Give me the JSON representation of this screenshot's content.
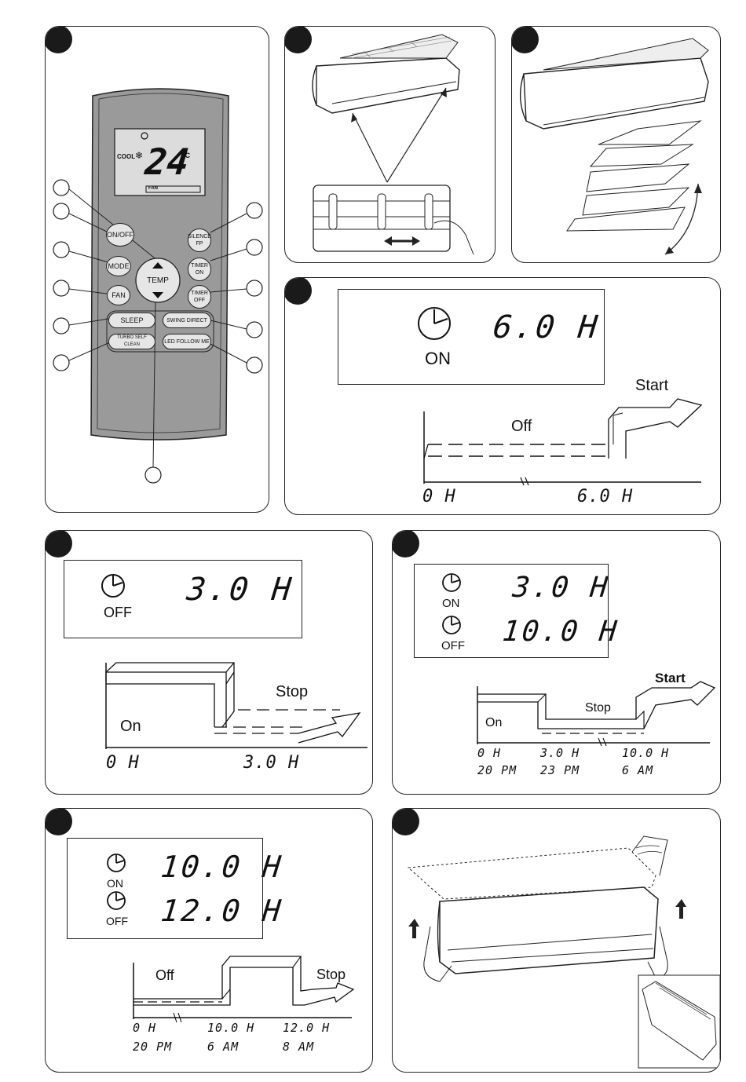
{
  "remote": {
    "temp_display": "24",
    "temp_unit": "°C",
    "mode_display": "COOL",
    "fan_indicator": "FAN",
    "buttons": {
      "on_off": "ON/OFF",
      "mode": "MODE",
      "fan": "FAN",
      "temp": "TEMP",
      "silence": "SILENCE\nFP",
      "timer_on": "TIMER\nON",
      "timer_off": "TIMER\nOFF",
      "sleep": "SLEEP",
      "swing": "SWING DIRECT",
      "turbo": "TURBO SELF CLEAN",
      "led": "LED FOLLOW ME"
    }
  },
  "timer_on_panel": {
    "lcd_value": "6.0 H",
    "lcd_label": "ON",
    "start_label": "Start",
    "off_label": "Off",
    "x_start": "0 H",
    "x_end": "6.0 H"
  },
  "timer_off_panel": {
    "lcd_value": "3.0 H",
    "lcd_label": "OFF",
    "stop_label": "Stop",
    "on_label": "On",
    "x_start": "0 H",
    "x_end": "3.0 H"
  },
  "timer_on_off_panel": {
    "on_value": "3.0 H",
    "off_value": "10.0 H",
    "on_label": "ON",
    "off_label": "OFF",
    "start_label": "Start",
    "stop_label": "Stop",
    "on_state": "On",
    "ticks": [
      {
        "h": "0 H",
        "t": "20 PM"
      },
      {
        "h": "3.0 H",
        "t": "23 PM"
      },
      {
        "h": "10.0 H",
        "t": "6 AM"
      }
    ]
  },
  "timer_off_on_panel": {
    "on_value": "10.0 H",
    "off_value": "12.0 H",
    "on_label": "ON",
    "off_label": "OFF",
    "off_state": "Off",
    "stop_label": "Stop",
    "ticks": [
      {
        "h": "0 H",
        "t": "20 PM"
      },
      {
        "h": "10.0 H",
        "t": "6 AM"
      },
      {
        "h": "12.0 H",
        "t": "8 AM"
      }
    ]
  }
}
